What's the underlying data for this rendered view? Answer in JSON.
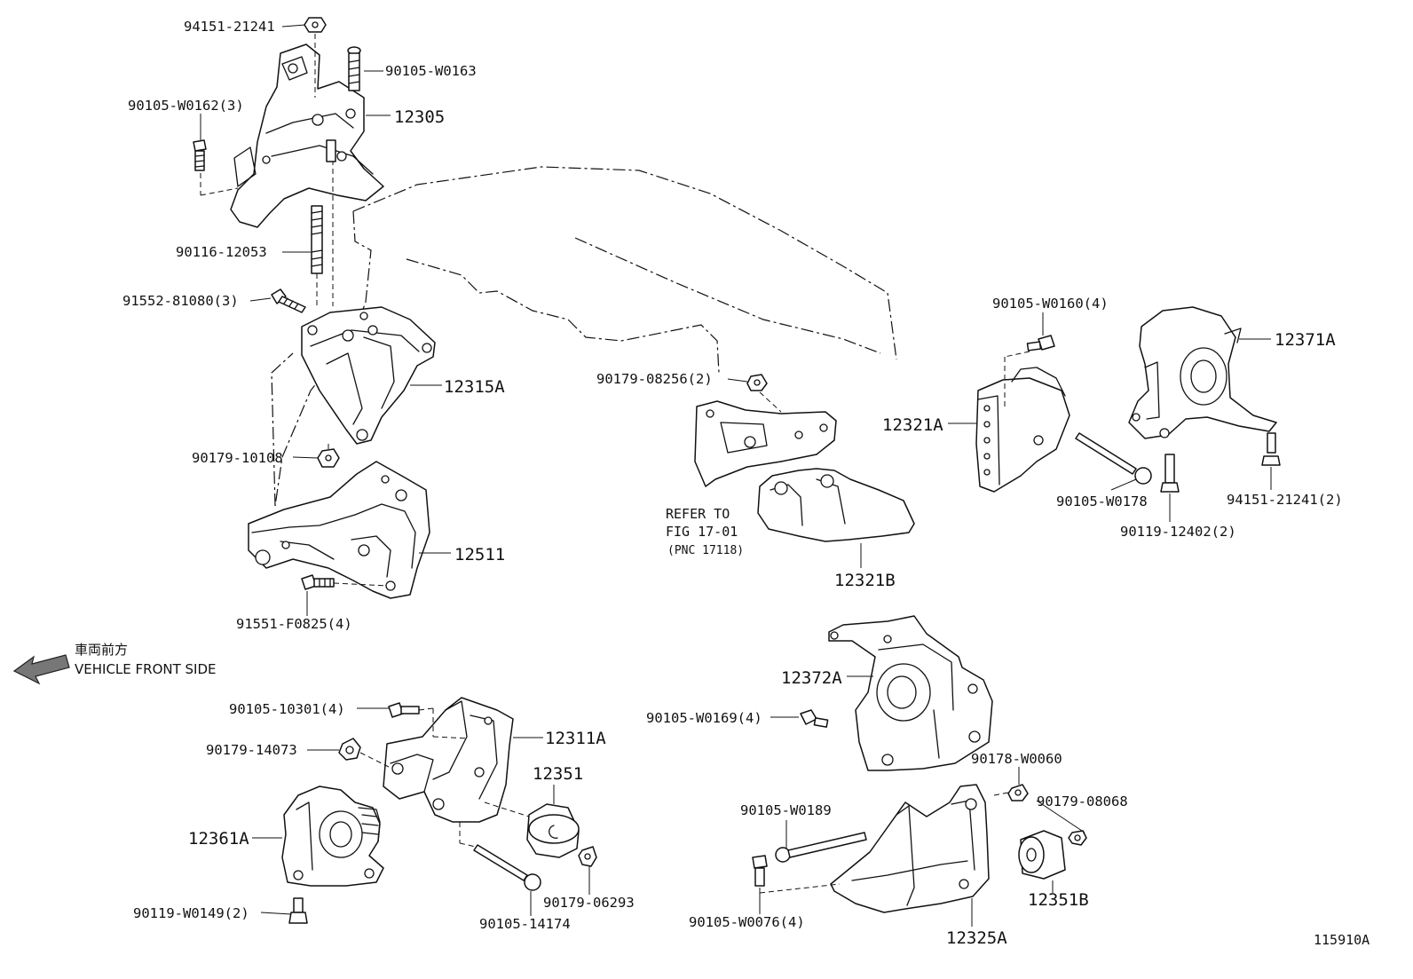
{
  "labels": {
    "p94151_21241": "94151-21241",
    "p90105_W0163": "90105-W0163",
    "p90105_W0162": "90105-W0162(3)",
    "p12305": "12305",
    "p90116_12053": "90116-12053",
    "p91552_81080": "91552-81080(3)",
    "p12315A": "12315A",
    "p90179_10108": "90179-10108",
    "p12511": "12511",
    "p91551_F0825": "91551-F0825(4)",
    "p90179_08256": "90179-08256(2)",
    "p12321B": "12321B",
    "p90105_W0160": "90105-W0160(4)",
    "p12371A": "12371A",
    "p12321A": "12321A",
    "p90105_W0178": "90105-W0178",
    "p90119_12402": "90119-12402(2)",
    "p94151_21241_2": "94151-21241(2)",
    "p12372A": "12372A",
    "p90105_W0169": "90105-W0169(4)",
    "p90178_W0060": "90178-W0060",
    "p90179_08068": "90179-08068",
    "p90105_W0189": "90105-W0189",
    "p90105_W0076": "90105-W0076(4)",
    "p12325A": "12325A",
    "p12351B": "12351B",
    "p90105_10301": "90105-10301(4)",
    "p90179_14073": "90179-14073",
    "p12311A": "12311A",
    "p12351": "12351",
    "p12361A": "12361A",
    "p90119_W0149": "90119-W0149(2)",
    "p90105_14174": "90105-14174",
    "p90179_06293": "90179-06293"
  },
  "refer": {
    "line1": "REFER TO",
    "line2": "FIG 17-01",
    "line3": "(PNC 17118)"
  },
  "direction": {
    "japanese": "車両前方",
    "english": "VEHICLE FRONT SIDE"
  },
  "figure_id": "115910A"
}
